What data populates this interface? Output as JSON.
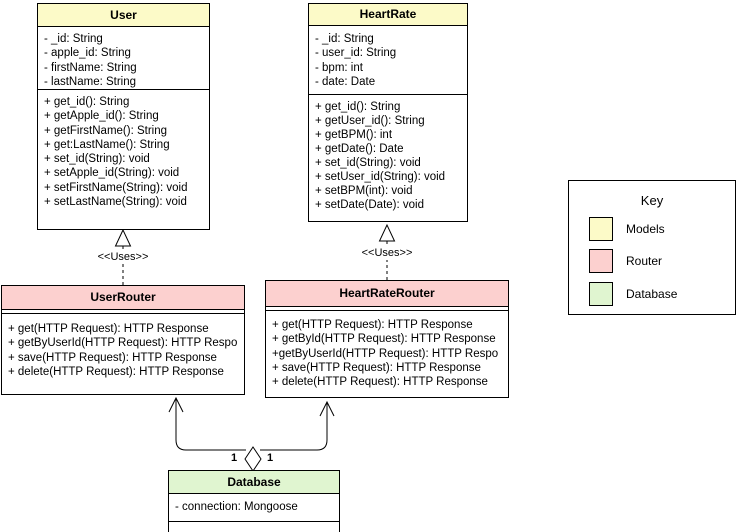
{
  "colors": {
    "models": "#FCFAC8",
    "router": "#FCD0CF",
    "database": "#E0F5D0",
    "border": "#000000",
    "background": "#FFFFFF"
  },
  "classes": {
    "user": {
      "title": "User",
      "attributes": [
        "- _id: String",
        "- apple_id: String",
        "- firstName: String",
        "- lastName: String"
      ],
      "methods": [
        "+ get_id(): String",
        "+ getApple_id(): String",
        "+ getFirstName(): String",
        "+ get:LastName(): String",
        "+ set_id(String): void",
        "+ setApple_id(String): void",
        "+ setFirstName(String): void",
        "+ setLastName(String): void"
      ]
    },
    "heartrate": {
      "title": "HeartRate",
      "attributes": [
        "- _id: String",
        "- user_id: String",
        "- bpm: int",
        "- date: Date"
      ],
      "methods": [
        "+ get_id(): String",
        "+ getUser_id(): String",
        "+ getBPM(): int",
        "+ getDate(): Date",
        "+ set_id(String): void",
        "+ setUser_id(String): void",
        "+ setBPM(int): void",
        "+ setDate(Date): void"
      ]
    },
    "userrouter": {
      "title": "UserRouter",
      "attributes": [],
      "methods": [
        "+ get(HTTP Request): HTTP Response",
        "+ getByUserId(HTTP Request): HTTP Respo",
        "+ save(HTTP Request): HTTP Response",
        "+ delete(HTTP Request): HTTP Response"
      ]
    },
    "heartraterouter": {
      "title": "HeartRateRouter",
      "attributes": [],
      "methods": [
        "+ get(HTTP Request): HTTP Response",
        "+ getById(HTTP Request): HTTP Response",
        "+getByUserId(HTTP Request): HTTP Respo",
        "+ save(HTTP Request): HTTP Response",
        "+ delete(HTTP Request): HTTP Response"
      ]
    },
    "database": {
      "title": "Database",
      "attributes": [
        "- connection: Mongoose"
      ],
      "methods": []
    }
  },
  "connectors": {
    "uses_label_left": "<<Uses>>",
    "uses_label_right": "<<Uses>>",
    "multiplicity_left": "1",
    "multiplicity_right": "1"
  },
  "key": {
    "title": "Key",
    "items": [
      {
        "label": "Models",
        "color": "#FCFAC8"
      },
      {
        "label": "Router",
        "color": "#FCD0CF"
      },
      {
        "label": "Database",
        "color": "#E0F5D0"
      }
    ]
  }
}
